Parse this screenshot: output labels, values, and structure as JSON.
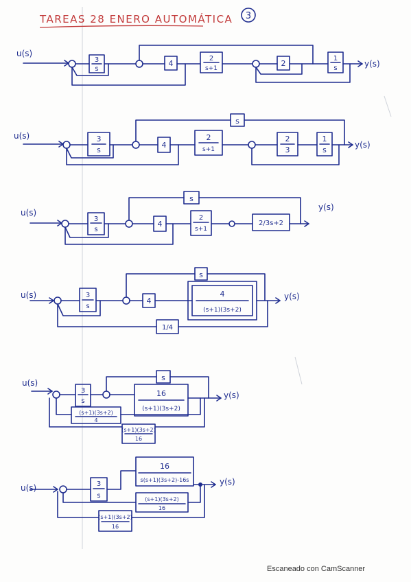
{
  "header": {
    "title": "TAREAS 28 ENERO AUTOMÁTICA",
    "page_number": "3"
  },
  "signals": {
    "input": "u(s)",
    "output": "y(s)"
  },
  "diagram1": {
    "blocks": [
      "3/s",
      "4",
      "2/(s+1)",
      "2",
      "1/s"
    ]
  },
  "diagram2": {
    "blocks": [
      "3/s",
      "4",
      "2/(s+1)",
      "2/3",
      "1/s"
    ],
    "feedforward": "s"
  },
  "diagram3": {
    "blocks": [
      "3/s",
      "4",
      "2/(s+1)",
      "2/(3s+2)"
    ],
    "feedforward": "s"
  },
  "diagram4": {
    "blocks": [
      "3/s",
      "4",
      "4/((s+1)(3s+2))"
    ],
    "feedforward": "s",
    "feedback": "1/4"
  },
  "diagram5": {
    "blocks": [
      "3/s",
      "16/((s+1)(3s+2))",
      "(s+1)(3s+2)/4",
      "(s+1)(3s+2)/16"
    ],
    "feedforward": "s"
  },
  "diagram6": {
    "blocks": [
      "3/s",
      "16/(s(s+1)(3s+2)-16s)",
      "(s+1)(3s+2)/16",
      "(s+1)(3s+2)/16"
    ]
  },
  "footer": {
    "watermark": "Escaneado con CamScanner"
  }
}
